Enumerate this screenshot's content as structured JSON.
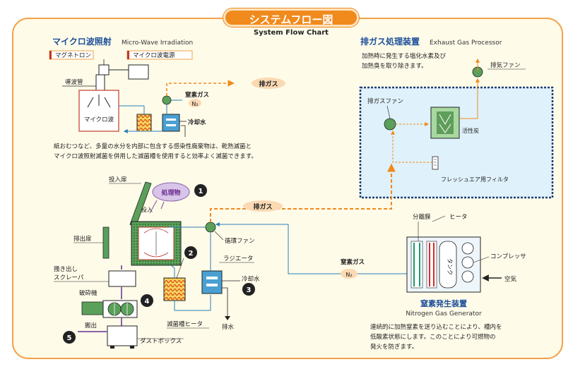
{
  "header": {
    "title": "システムフロー図",
    "subtitle": "System Flow Chart"
  },
  "microwave": {
    "title": "マイクロ波照射",
    "title_en": "Micro-Wave Irradiation",
    "magnetron": "マグネトロン",
    "power_supply": "マイクロ波電源",
    "waveguide": "導波管",
    "chamber": "マイクロ波",
    "nitrogen": "窒素ガス",
    "n2": "N₂",
    "cooling_water": "冷却水",
    "exhaust": "排ガス",
    "description_1": "紙おむつなど、多量の水分を内部に包含する感染性廃棄物は、乾熱滅菌と",
    "description_2": "マイクロ波照射滅菌を併用した滅菌槽を使用すると効率よく滅菌できます。"
  },
  "exhaust_processor": {
    "title": "排ガス処理装置",
    "title_en": "Exhaust Gas Processor",
    "description_1": "加熱時に発生する塩化水素及び",
    "description_2": "加熱臭を取り除きます。",
    "exhaust_fan": "排気ファン",
    "gas_fan": "排ガスファン",
    "activated_carbon": "活性炭",
    "fresh_air_filter": "フレッシュエア用フィルタ"
  },
  "main": {
    "input_door": "投入扉",
    "waste": "処理物",
    "input_label": "投入",
    "exhaust": "排ガス",
    "discharge_door": "排出扉",
    "scraper_1": "掻き出し",
    "scraper_2": "スクレーパ",
    "crusher": "破砕機",
    "carry_out": "搬出",
    "dust_box": "ダストボックス",
    "circulation_fan": "循環ファン",
    "radiator": "ラジエータ",
    "cooling_water": "冷却水",
    "drain": "排水",
    "heater": "滅菌槽ヒータ",
    "nitrogen": "窒素ガス",
    "n2": "N₂",
    "steps": [
      "1",
      "2",
      "3",
      "4",
      "5"
    ]
  },
  "nitrogen_generator": {
    "membrane": "分離膜",
    "heater": "ヒータ",
    "tank": "タンク",
    "compressor": "コンプレッサ",
    "air": "空気",
    "title": "窒素発生装置",
    "title_en": "Nitrogen Gas Generator",
    "description_1": "連続的に加熱窒素を送り込むことにより、槽内を",
    "description_2": "低酸素状態にします。このことにより可燃物の",
    "description_3": "発火を防ぎます。"
  },
  "colors": {
    "accent": "#f08a1c",
    "panel_bg": "#fffbe9",
    "panel_border": "#f2a24a",
    "flow_blue": "#2a7fb7",
    "processor_bg": "#dff1fb"
  }
}
